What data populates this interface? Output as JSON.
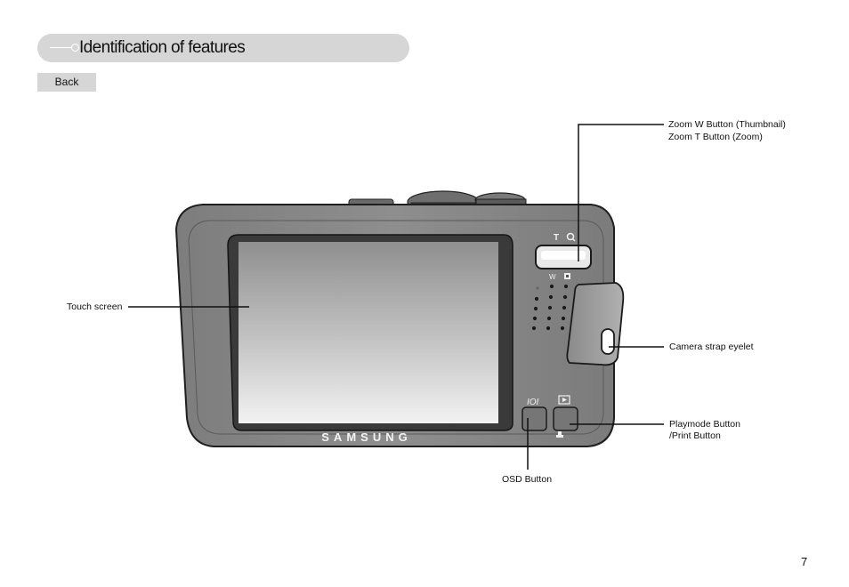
{
  "header": {
    "title": "Identification of features"
  },
  "nav": {
    "back_label": "Back"
  },
  "labels": {
    "zoom_w": "Zoom W Button (Thumbnail)",
    "zoom_t": "Zoom T Button (Zoom)",
    "touch_screen": "Touch screen",
    "strap_eyelet": "Camera strap eyelet",
    "playmode": "Playmode Button",
    "print": "/Print Button",
    "osd": "OSD Button"
  },
  "camera": {
    "brand": "SAMSUNG",
    "zoom_t_mark": "T",
    "zoom_w_mark": "W",
    "osd_mark": "IOI"
  },
  "page": {
    "number": "7"
  },
  "colors": {
    "title_bar": "#d6d6d6",
    "camera_body": "#8a8a8a",
    "screen_border": "#3a3a3a"
  }
}
